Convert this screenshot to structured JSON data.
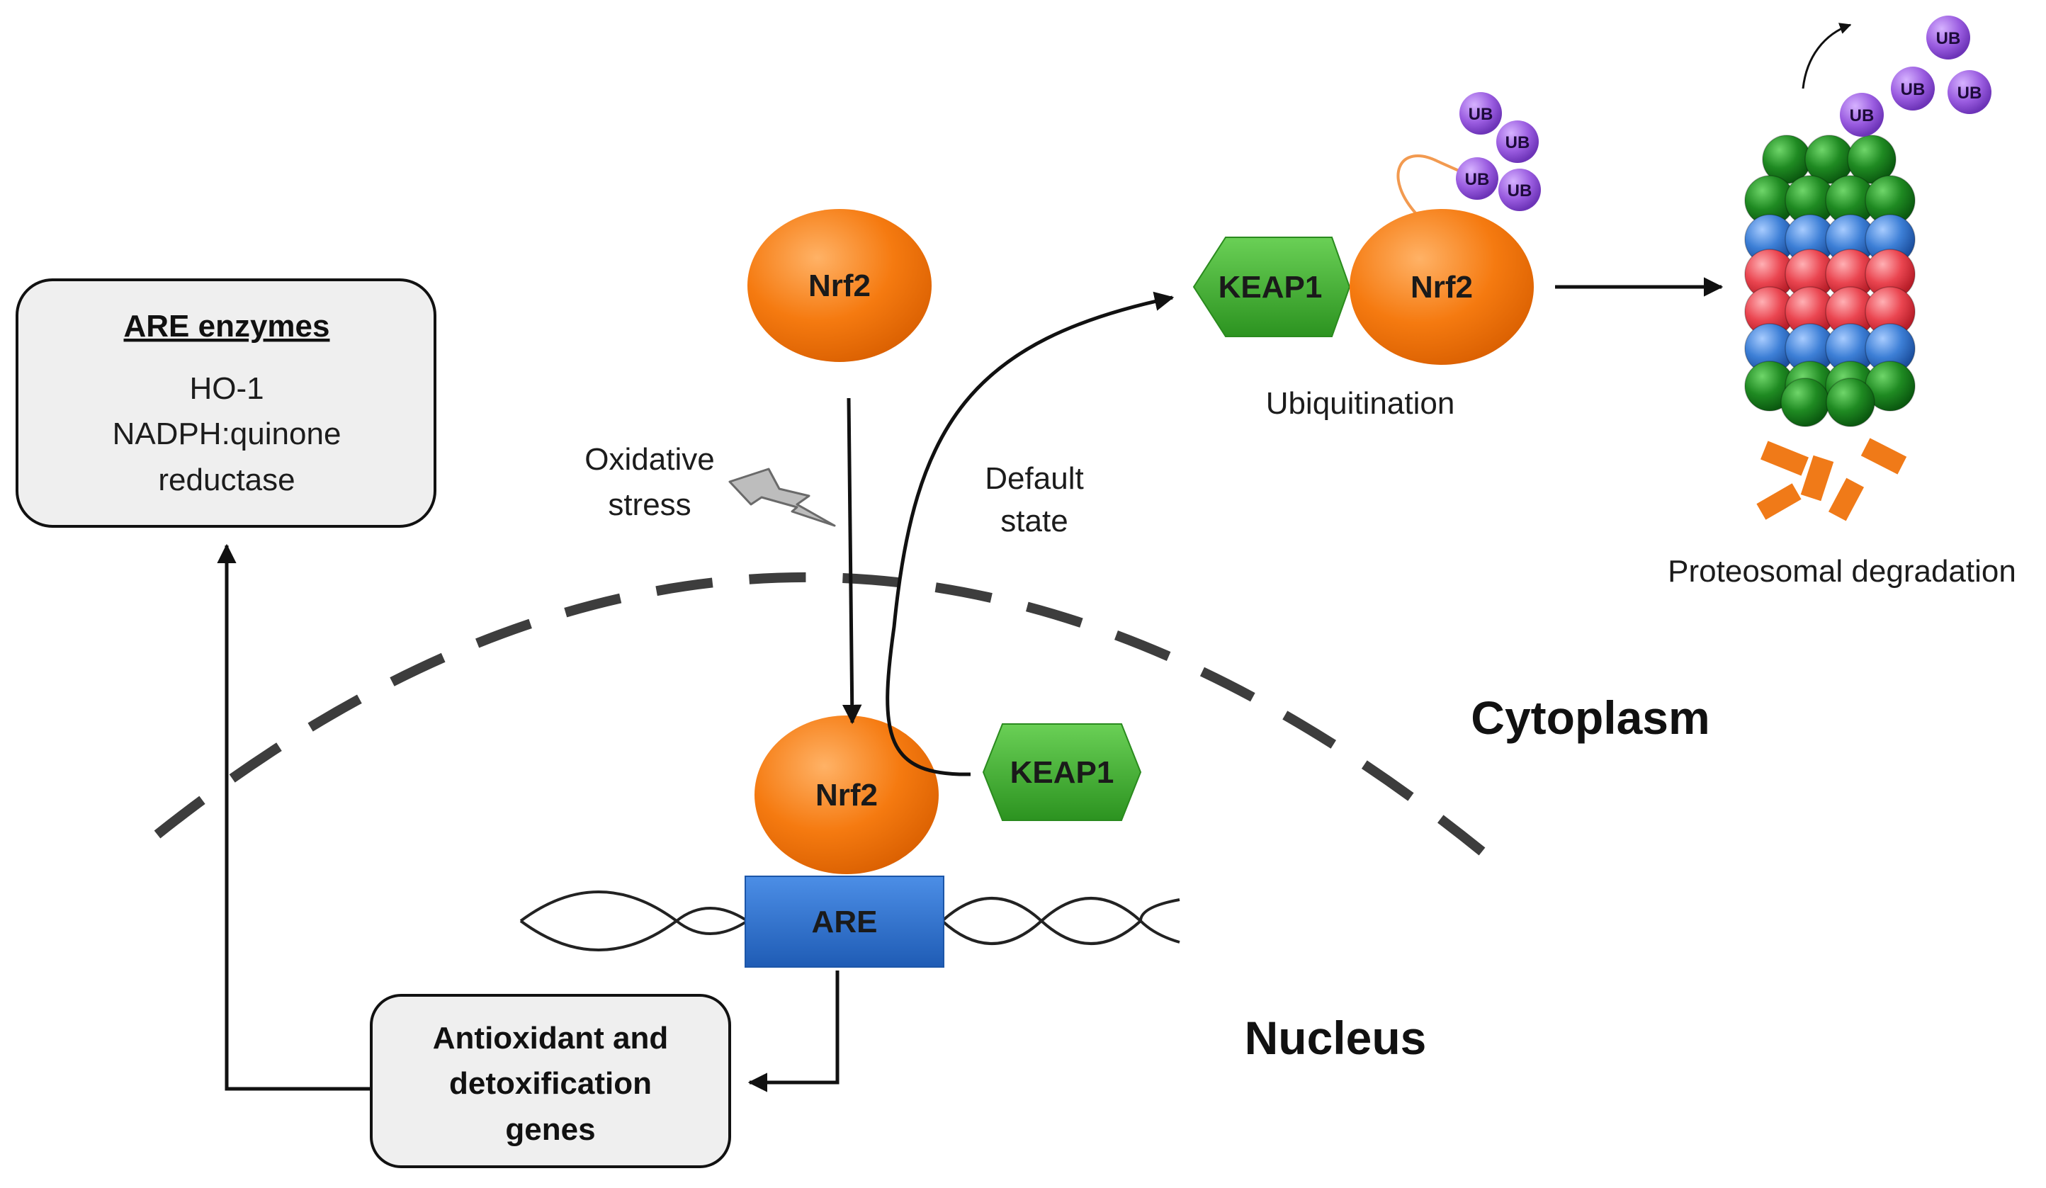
{
  "are_enzymes": {
    "title": "ARE enzymes",
    "items": [
      "HO-1",
      "NADPH:quinone",
      "reductase"
    ]
  },
  "nrf2_label": "Nrf2",
  "keap1_label": "KEAP1",
  "are_label": "ARE",
  "ub_label": "UB",
  "oxidative_stress": [
    "Oxidative",
    "stress"
  ],
  "default_state": [
    "Default",
    "state"
  ],
  "ubiquitination": "Ubiquitination",
  "proteosomal_degradation": "Proteosomal degradation",
  "cytoplasm": "Cytoplasm",
  "nucleus": "Nucleus",
  "genes_box": [
    "Antioxidant and",
    "detoxification",
    "genes"
  ],
  "colors": {
    "nrf2": "#f57a10",
    "keap1": "#3ea82e",
    "are": "#2f74d0",
    "ub": "#9a5ce0",
    "proteasome_green": "#1f8a22",
    "proteasome_blue": "#3d7fd6",
    "proteasome_red": "#ea4550",
    "fragment": "#f07a18",
    "membrane": "#3d3d3d",
    "box_fill": "#efefef"
  }
}
